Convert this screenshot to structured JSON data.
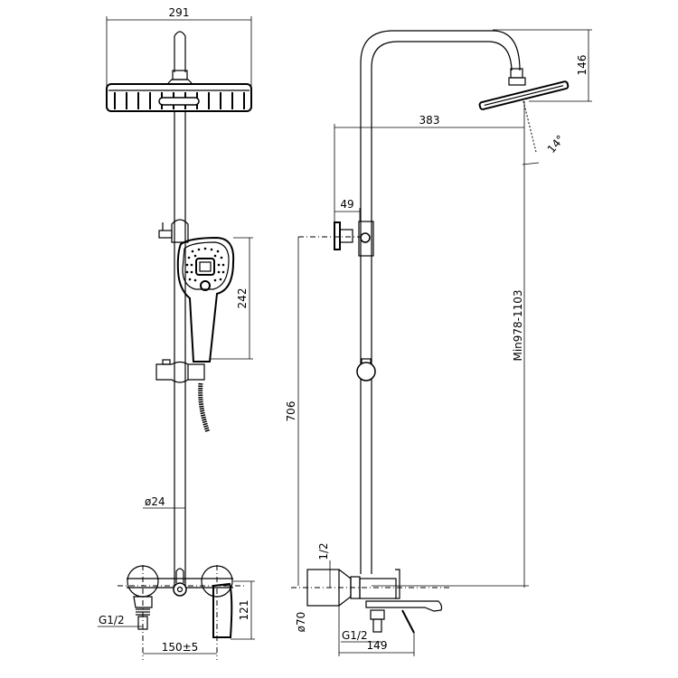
{
  "drawing": {
    "title": "Shower system dimensional drawing",
    "views": [
      "front-view",
      "side-view"
    ]
  },
  "front_view": {
    "overhead_width": "291",
    "handshower_height": "242",
    "rail_diameter": "ø24",
    "inlet_thread": "G1/2",
    "center_distance": "150±5",
    "mixer_height": "121"
  },
  "side_view": {
    "arm_height": "146",
    "arm_reach": "383",
    "head_tilt": "14°",
    "bracket_offset": "49",
    "height_range": "Min978-1103",
    "rail_height": "706",
    "thread_fraction": "1/2",
    "escutcheon_diameter": "ø70",
    "inlet_thread": "G1/2",
    "spout_projection": "149"
  }
}
